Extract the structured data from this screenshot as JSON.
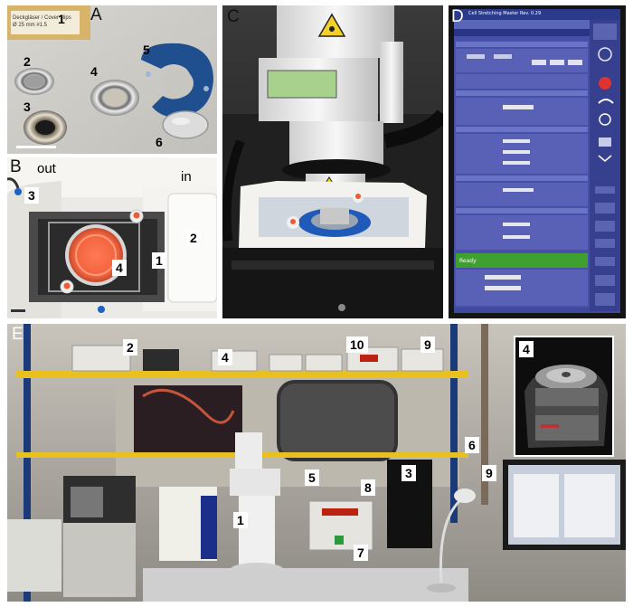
{
  "panels": {
    "a": {
      "letter": "A",
      "labels": [
        "1",
        "2",
        "3",
        "4",
        "5",
        "6"
      ],
      "coverslip_text": [
        "Deckgläser / Cover slips",
        "Ø 25 mm  #1.5"
      ]
    },
    "b": {
      "letter": "B",
      "labels": [
        "3",
        "4",
        "1",
        "2"
      ],
      "port_out": "out",
      "port_in": "in"
    },
    "c": {
      "letter": "C"
    },
    "d": {
      "letter": "D",
      "window_title": "Cell Stretching Master Rev. 0.29",
      "status": "Ready"
    },
    "e": {
      "letter": "E",
      "labels": [
        "2",
        "4",
        "10",
        "9",
        "5",
        "8",
        "3",
        "6",
        "9",
        "1",
        "7"
      ]
    },
    "inset": {
      "label": "4"
    }
  },
  "colors": {
    "accent_cyan": "#2aa8d8",
    "panel_d_bg": "#3f4a9e",
    "shelf_yellow": "#e8c020",
    "ready_green": "#3fa02f"
  }
}
